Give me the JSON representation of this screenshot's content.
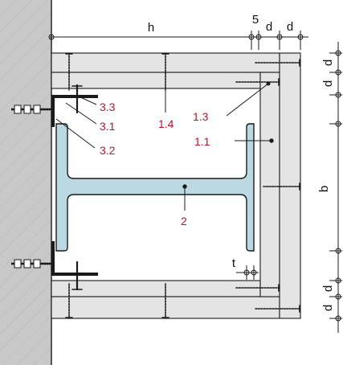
{
  "colors": {
    "wall": "#c8c8c8",
    "board": "#e4e4e4",
    "steel": "#bcd9e3",
    "outline": "#1a1a1a",
    "dimension_text": "#111111",
    "callout_text": "#c0102a"
  },
  "dimensions": {
    "h": "h",
    "five": "5",
    "d1": "d",
    "d2": "d",
    "b": "b",
    "t": "t",
    "right_top_d1": "d",
    "right_top_d2": "d",
    "right_bottom_d1": "d",
    "right_bottom_d2": "d"
  },
  "callouts": {
    "c33": "3.3",
    "c31": "3.1",
    "c32": "3.2",
    "c14": "1.4",
    "c13": "1.3",
    "c11": "1.1",
    "c2": "2"
  }
}
